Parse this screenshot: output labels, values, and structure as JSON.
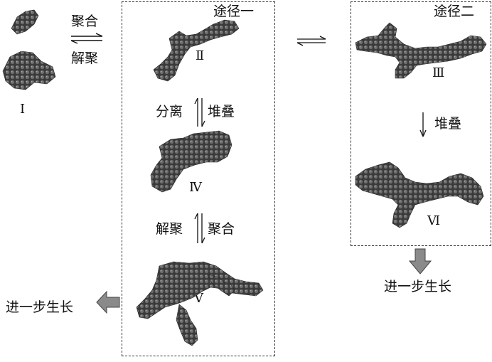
{
  "pathways": {
    "one": {
      "title": "途径一"
    },
    "two": {
      "title": "途径二"
    }
  },
  "steps": {
    "aggregate": "聚合",
    "disaggregate": "解聚",
    "separate": "分离",
    "stack": "堆叠",
    "stack_two": "堆叠",
    "aggregate_two": "聚合",
    "disaggregate_two": "解聚"
  },
  "structures": {
    "I": "Ⅰ",
    "II": "Ⅱ",
    "III": "Ⅲ",
    "IV": "Ⅳ",
    "V": "Ⅴ",
    "VI": "Ⅵ"
  },
  "growth": {
    "left": "进一步生长",
    "right": "进一步生长"
  }
}
